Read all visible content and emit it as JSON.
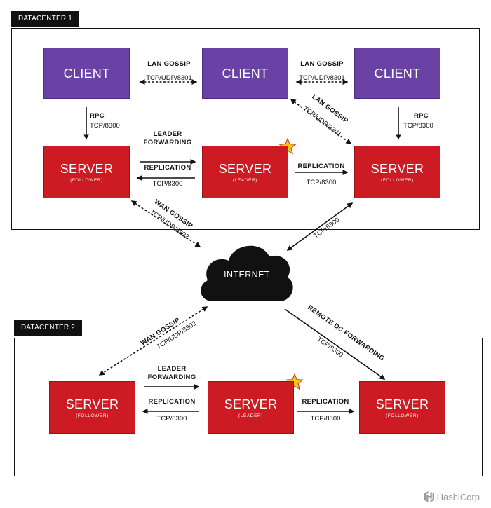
{
  "datacenters": [
    {
      "label": "DATACENTER 1"
    },
    {
      "label": "DATACENTER 2"
    }
  ],
  "dc1": {
    "clients": [
      {
        "title": "CLIENT"
      },
      {
        "title": "CLIENT"
      },
      {
        "title": "CLIENT"
      }
    ],
    "servers": [
      {
        "title": "SERVER",
        "role": "(FOLLOWER)"
      },
      {
        "title": "SERVER",
        "role": "(LEADER)"
      },
      {
        "title": "SERVER",
        "role": "(FOLLOWER)"
      }
    ],
    "labels": {
      "lan_gossip_1": {
        "title": "LAN GOSSIP",
        "port": "TCP/UDP/8301"
      },
      "lan_gossip_2": {
        "title": "LAN GOSSIP",
        "port": "TCP/UDP/8301"
      },
      "lan_gossip_diag": {
        "title": "LAN GOSSIP",
        "port": "TCP/UDP/8301"
      },
      "rpc_left": {
        "title": "RPC",
        "port": "TCP/8300"
      },
      "rpc_right": {
        "title": "RPC",
        "port": "TCP/8300"
      },
      "leader_forwarding": {
        "line1": "LEADER",
        "line2": "FORWARDING"
      },
      "replication_left": {
        "title": "REPLICATION",
        "port": "TCP/8300"
      },
      "replication_right": {
        "title": "REPLICATION",
        "port": "TCP/8300"
      }
    }
  },
  "internet": {
    "label": "INTERNET",
    "wan_gossip_dc1": {
      "title": "WAN GOSSIP",
      "port": "TCP/UDP/8302"
    },
    "tcp_dc1_right": {
      "port": "TCP/8300"
    },
    "wan_gossip_dc2": {
      "title": "WAN GOSSIP",
      "port": "TCP/UDP/8302"
    },
    "remote_dc_forwarding": {
      "title": "REMOTE DC FORWARDING",
      "port": "TCP/8300"
    }
  },
  "dc2": {
    "servers": [
      {
        "title": "SERVER",
        "role": "(FOLLOWER)"
      },
      {
        "title": "SERVER",
        "role": "(LEADER)"
      },
      {
        "title": "SERVER",
        "role": "(FOLLOWER)"
      }
    ],
    "labels": {
      "leader_forwarding": {
        "line1": "LEADER",
        "line2": "FORWARDING"
      },
      "replication_left": {
        "title": "REPLICATION",
        "port": "TCP/8300"
      },
      "replication_right": {
        "title": "REPLICATION",
        "port": "TCP/8300"
      }
    }
  },
  "brand": {
    "name": "HashiCorp",
    "icon": "hashicorp-logo-icon"
  },
  "colors": {
    "client": "#6a41a5",
    "server": "#cc1b22",
    "frame": "#111111",
    "leader_star": "#f5c518"
  }
}
